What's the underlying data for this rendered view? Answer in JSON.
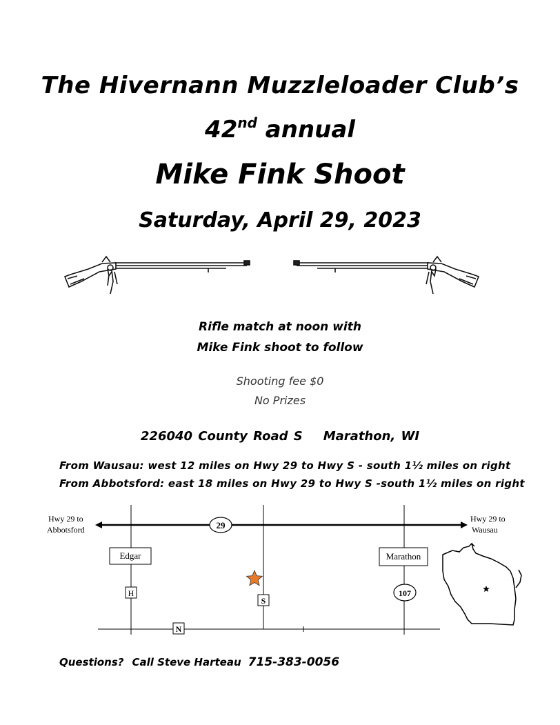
{
  "header": {
    "line1": "The Hivernann Muzzleloader Club’s",
    "line2_number": "42",
    "line2_suffix": "nd",
    "line2_rest": " annual",
    "event_name": "Mike Fink Shoot",
    "date": "Saturday, April 29, 2023"
  },
  "details": {
    "match_line1": "Rifle match at noon with",
    "match_line2": "Mike Fink shoot to follow",
    "fee": "Shooting fee $0",
    "prizes": "No Prizes",
    "address_street": "226040 County Road S",
    "address_city": "Marathon, WI"
  },
  "directions": [
    "From Wausau: west 12 miles on Hwy 29 to Hwy S - south 1½ miles on right",
    "From Abbotsford: east 18 miles on Hwy 29 to Hwy S -south 1½ miles on right"
  ],
  "map": {
    "left_label_1": "Hwy 29 to",
    "left_label_2": "Abbotsford",
    "right_label_1": "Hwy 29 to",
    "right_label_2": "Wausau",
    "hwy_29": "29",
    "town_edgar": "Edgar",
    "town_marathon": "Marathon",
    "road_h": "H",
    "road_s": "S",
    "road_n": "N",
    "hwy_107": "107",
    "star_color": "#e87a2c"
  },
  "contact": {
    "prefix": "Questions?",
    "name": "Call Steve Harteau",
    "phone": "715-383-0056"
  }
}
